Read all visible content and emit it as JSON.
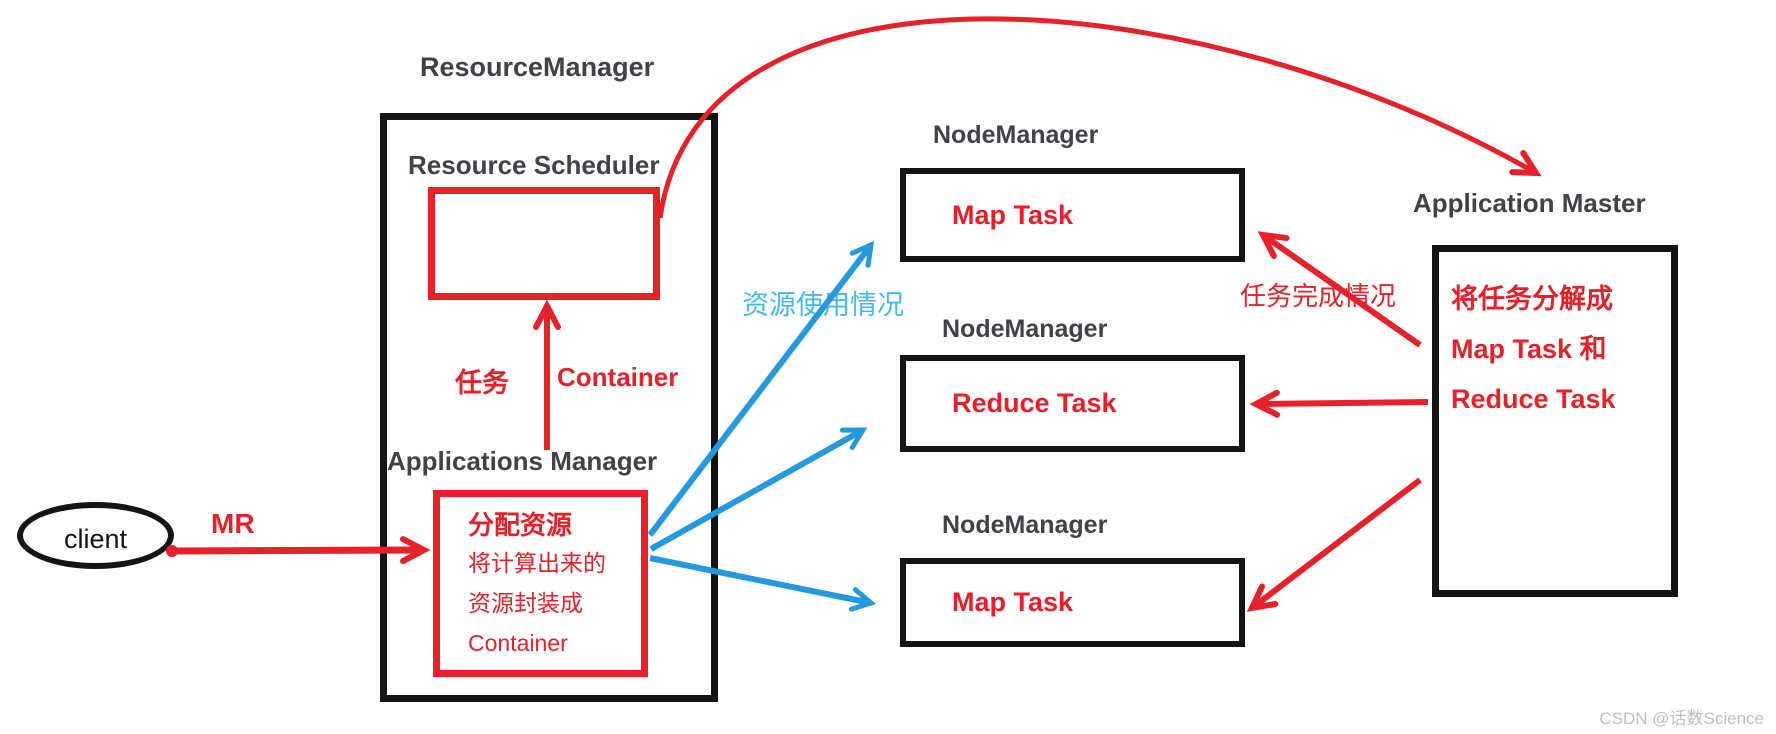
{
  "colors": {
    "red": "#e6212a",
    "blue_arrow": "#2499de",
    "blue_label": "#45b8f2",
    "dark_text": "#3f4347",
    "box_black": "#141414",
    "watermark_gray": "#bfbfbf"
  },
  "client": {
    "label": "client"
  },
  "labels": {
    "mr": "MR",
    "task": "任务",
    "container": "Container",
    "resource_usage": "资源使用情况",
    "task_completion": "任务完成情况"
  },
  "resource_manager": {
    "title": "ResourceManager",
    "scheduler_label": "Resource Scheduler",
    "applications_manager_label": "Applications Manager",
    "alloc_box": {
      "title": "分配资源",
      "line1": "将计算出来的",
      "line2": "资源封装成",
      "line3": "Container"
    }
  },
  "node_managers": [
    {
      "title": "NodeManager",
      "task": "Map Task"
    },
    {
      "title": "NodeManager",
      "task": "Reduce Task"
    },
    {
      "title": "NodeManager",
      "task": "Map Task"
    }
  ],
  "application_master": {
    "title": "Application Master",
    "line1": "将任务分解成",
    "line2": "Map Task 和",
    "line3": "Reduce Task"
  },
  "watermark": "CSDN @话数Science"
}
